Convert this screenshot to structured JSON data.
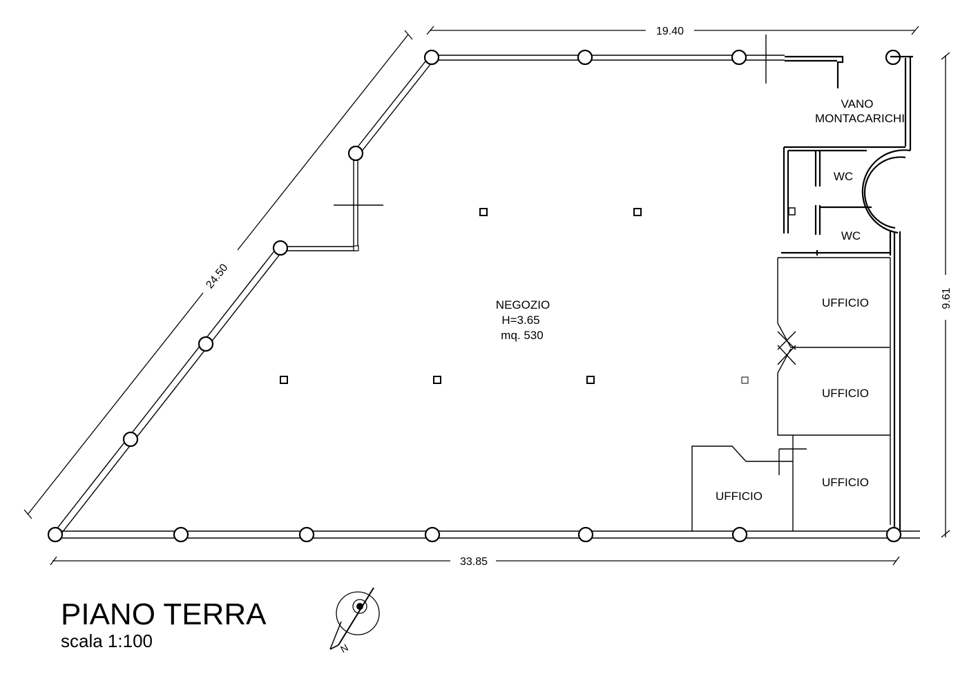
{
  "plan": {
    "title": "PIANO TERRA",
    "scale": "scala 1:100",
    "north_label": "N",
    "dimensions": {
      "top": "19.40",
      "bottom": "33.85",
      "right": "9.61",
      "diagonal": "24.50"
    },
    "rooms": {
      "negozio": {
        "name": "NEGOZIO",
        "height": "H=3.65",
        "area": "mq. 530"
      },
      "vano_line1": "VANO",
      "vano_line2": "MONTACARICHI",
      "wc_upper": "WC",
      "wc_lower": "WC",
      "ufficio_1": "UFFICIO",
      "ufficio_2": "UFFICIO",
      "ufficio_3": "UFFICIO",
      "ufficio_4": "UFFICIO"
    }
  }
}
